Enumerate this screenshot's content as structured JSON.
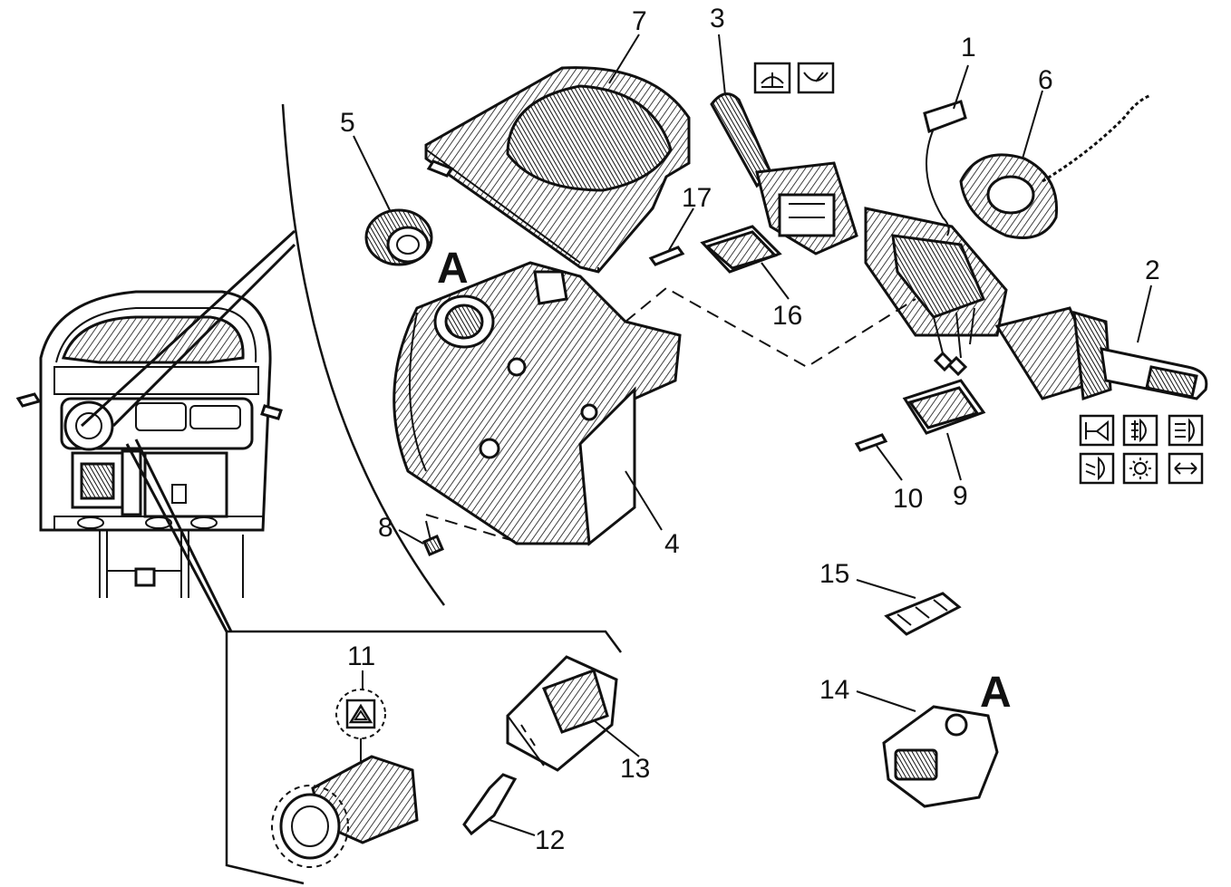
{
  "diagram": {
    "callouts": {
      "c1": "1",
      "c2": "2",
      "c3": "3",
      "c4": "4",
      "c5": "5",
      "c6": "6",
      "c7": "7",
      "c8": "8",
      "c9": "9",
      "c10": "10",
      "c11": "11",
      "c12": "12",
      "c13": "13",
      "c14": "14",
      "c15": "15",
      "c16": "16",
      "c17": "17"
    },
    "detail_marker_top": "A",
    "detail_marker_connector": "A",
    "wiper_icons": [
      "rear-wiper-washer-icon",
      "windscreen-wiper-icon"
    ],
    "light_icons": [
      "horn-icon",
      "fog-light-icon",
      "main-beam-icon",
      "dipped-beam-icon",
      "sidelight-icon",
      "indicator-icon"
    ],
    "hazard_icon": "hazard-warning-icon"
  }
}
